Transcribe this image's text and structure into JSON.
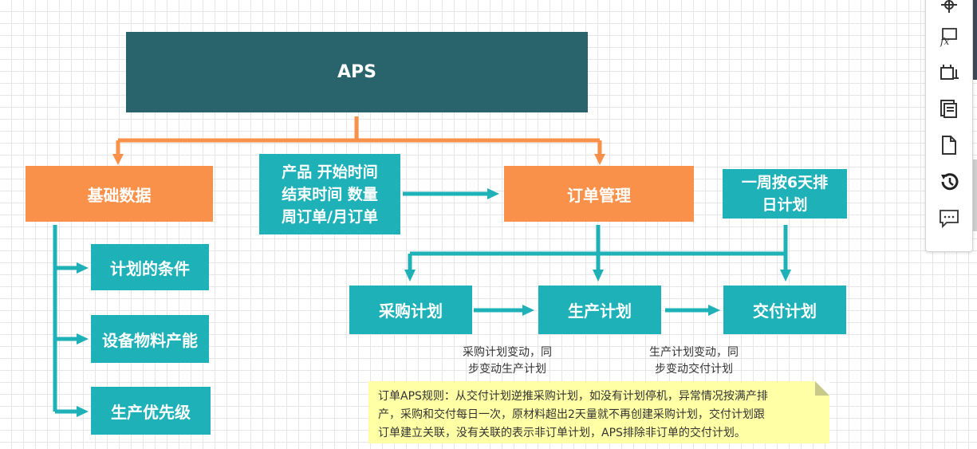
{
  "nodes": {
    "aps": "APS",
    "basic_data": "基础数据",
    "plan_conditions": "计划的条件",
    "equipment_capacity": "设备物料产能",
    "production_priority": "生产优先级",
    "product_info": [
      "产品 开始时间",
      "结束时间 数量",
      "周订单/月订单"
    ],
    "order_management": "订单管理",
    "weekly_schedule": [
      "一周按6天排",
      "日计划"
    ],
    "purchase_plan": "采购计划",
    "production_plan": "生产计划",
    "delivery_plan": "交付计划"
  },
  "notes": {
    "purchase_sync": [
      "采购计划变动，同",
      "步变动生产计划"
    ],
    "production_sync": [
      "生产计划变动，同",
      "步变动交付计划"
    ]
  },
  "sticky_note": {
    "lines": [
      "订单APS规则：从交付计划逆推采购计划，如没有计划停机，异常情况按满产排",
      "产，采购和交付每日一次，原材料超出2天量就不再创建采购计划，交付计划跟",
      "订单建立关联，没有关联的表示非订单计划，APS排除非订单的交付计划。"
    ]
  },
  "colors": {
    "dark_teal": "#29636b",
    "orange": "#fa914a",
    "teal": "#1fb1b8",
    "sticky": "#ffffa5"
  },
  "toolbar": {
    "icons": [
      "navigate-icon",
      "formula-icon",
      "resize-icon",
      "pages-icon",
      "page-icon",
      "history-icon",
      "comment-icon"
    ]
  }
}
